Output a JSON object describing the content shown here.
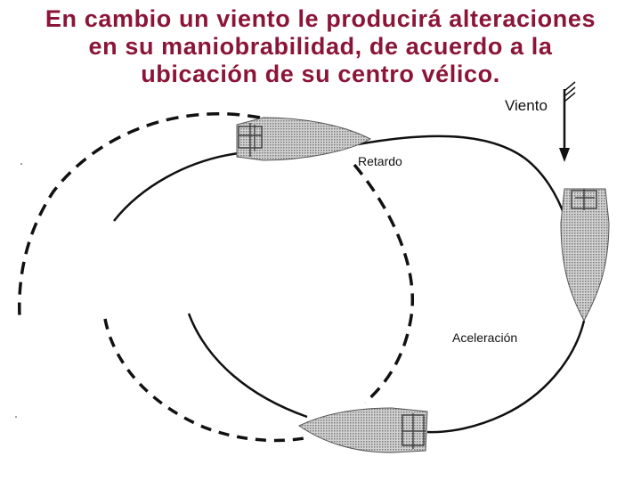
{
  "title": {
    "line1": "En cambio un viento le producirá alteraciones",
    "line2": "en su maniobrabilidad, de acuerdo a la",
    "line3": "ubicación de su centro vélico."
  },
  "labels": {
    "wind": "Viento",
    "retard": "Retardo",
    "accel": "Aceleración"
  },
  "colors": {
    "title": "#8b1538",
    "hull": "#a8a8a8",
    "line": "#111111"
  },
  "icons": {
    "wind": "wind-arrow-icon"
  }
}
